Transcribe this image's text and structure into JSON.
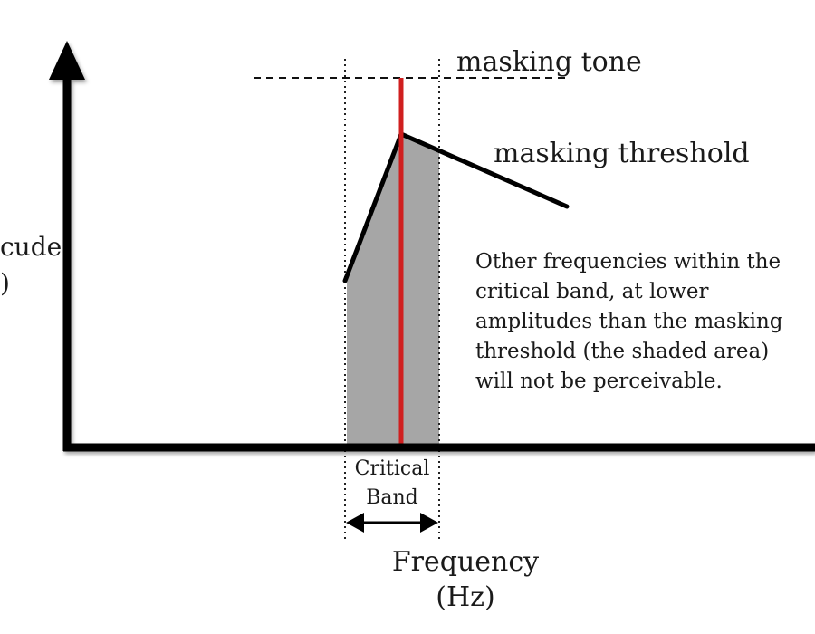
{
  "labels": {
    "masking_tone": "masking tone",
    "masking_threshold": "masking threshold",
    "amplitude_line1": "cude",
    "amplitude_line2": ")",
    "critical_line1": "Critical",
    "critical_line2": "Band",
    "frequency_line1": "Frequency",
    "frequency_line2": "(Hz)"
  },
  "note": {
    "lines": [
      "Other frequencies within the",
      "critical band, at lower",
      "amplitudes than the masking",
      "threshold (the shaded area)",
      "will not be perceivable."
    ]
  },
  "colors": {
    "axis": "#000000",
    "masking_tone_line": "#d01f1f",
    "shaded_area": "#a6a6a6",
    "threshold_curve": "#000000"
  }
}
